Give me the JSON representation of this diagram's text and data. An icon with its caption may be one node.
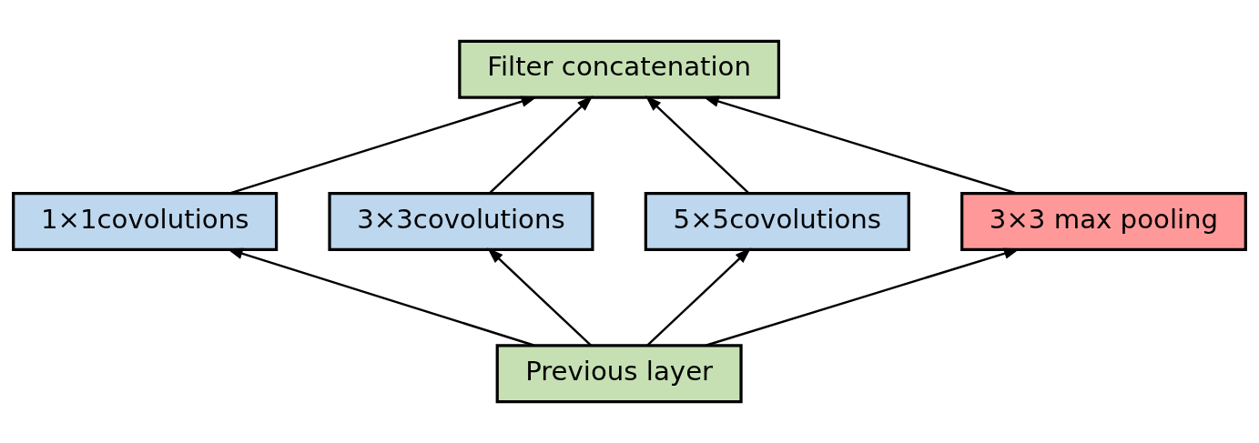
{
  "diagram": {
    "nodes": [
      {
        "text": [
          "Filter concatenation"
        ]
      },
      {
        "text": [
          "1×1covolutions"
        ]
      },
      {
        "text": [
          "3×3covolutions"
        ]
      },
      {
        "text": [
          "5×5covolutions"
        ]
      },
      {
        "text": [
          "3×3 max pooling"
        ]
      },
      {
        "text": [
          "Previous layer"
        ]
      }
    ],
    "edges": [
      {
        "from": 1,
        "to": 0,
        "arrow": "to"
      },
      {
        "from": 2,
        "to": 0,
        "arrow": "to"
      },
      {
        "from": 3,
        "to": 0,
        "arrow": "to"
      },
      {
        "from": 4,
        "to": 0,
        "arrow": "to"
      },
      {
        "from": 5,
        "to": 1,
        "arrow": "to"
      },
      {
        "from": 5,
        "to": 2,
        "arrow": "to"
      },
      {
        "from": 5,
        "to": 3,
        "arrow": "to"
      },
      {
        "from": 5,
        "to": 4,
        "arrow": "to"
      }
    ]
  }
}
